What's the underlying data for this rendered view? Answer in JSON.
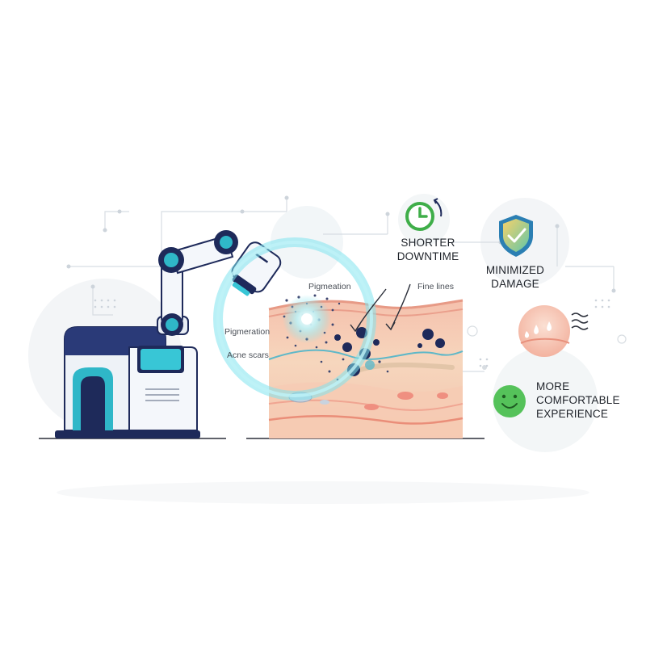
{
  "skin_labels": {
    "pigmentation_top": "Pigmeation",
    "fine_lines": "Fine lines",
    "pigmentation_left": "Pigmeration",
    "acne_scars": "Acne scars"
  },
  "benefits": {
    "downtime": {
      "line1": "SHORTER",
      "line2": "DOWNTIME"
    },
    "damage": {
      "line1": "MINIMIZED",
      "line2": "DAMAGE"
    },
    "comfort": {
      "line1": "MORE",
      "line2": "COMFORTABLE",
      "line3": "EXPERIENCE"
    }
  },
  "icons": [
    "clock-refresh-icon",
    "shield-check-icon",
    "skin-droplets-icon",
    "smiley-face-icon",
    "laser-robot-arm",
    "laser-console"
  ],
  "colors": {
    "navy": "#1e2a5a",
    "teal": "#2fb7c8",
    "laser_glow": "#7fe3ee",
    "skin_top": "#f3b8a6",
    "skin_mid": "#f6d3b8",
    "green": "#55c25a",
    "shield_yellow": "#f2c94c"
  }
}
